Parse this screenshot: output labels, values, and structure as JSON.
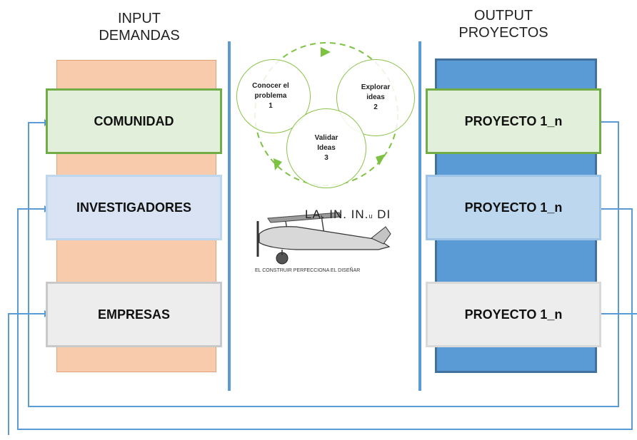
{
  "input": {
    "heading_line1": "INPUT",
    "heading_line2": "DEMANDAS",
    "boxes": [
      {
        "label": "COMUNIDAD"
      },
      {
        "label": "INVESTIGADORES"
      },
      {
        "label": "EMPRESAS"
      }
    ]
  },
  "output": {
    "heading_line1": "OUTPUT",
    "heading_line2": "PROYECTOS",
    "boxes": [
      {
        "label": "PROYECTO 1_n"
      },
      {
        "label": "PROYECTO 1_n"
      },
      {
        "label": "PROYECTO 1_n"
      }
    ]
  },
  "cycle": {
    "steps": [
      {
        "line1": "Conocer el",
        "line2": "problema",
        "num": "1"
      },
      {
        "line1": "Explorar",
        "line2": "ideas",
        "num": "2"
      },
      {
        "line1": "Validar",
        "line2": "Ideas",
        "num": "3"
      }
    ]
  },
  "logo": {
    "title": "LA. IN. IN.",
    "title_small": "u",
    "title_end": "DI",
    "slogan": "EL CONSTRUIR PERFECCIONA EL DISEÑAR"
  },
  "colors": {
    "input_column": "#f8cbad",
    "output_column": "#5b9bd5",
    "divider": "#5b9bd5",
    "connector": "#5b9bd5",
    "arrow_green": "#7dc242",
    "comunidad_fill": "#e2efda",
    "comunidad_border": "#70ad47",
    "investigadores_fill": "#dae3f3",
    "investigadores_border": "#bdd7ee",
    "empresas_fill": "#ededed",
    "empresas_border": "#c9c9c9"
  }
}
